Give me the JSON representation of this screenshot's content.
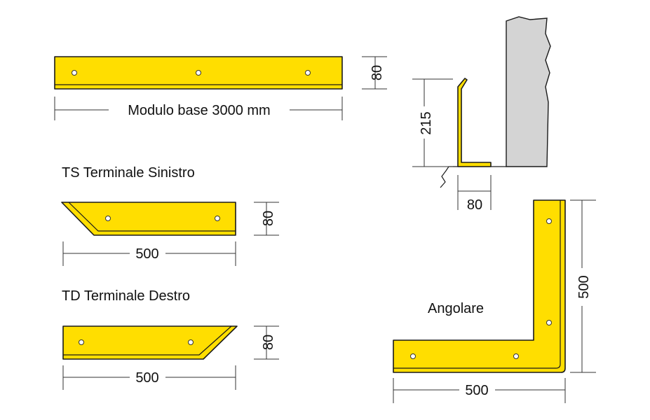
{
  "colors": {
    "profile_yellow": "#ffde00",
    "wall_grey": "#d4d4d4",
    "outline": "#1a1a1a"
  },
  "modulo_base": {
    "width_label": "Modulo base 3000 mm",
    "height_label": "80"
  },
  "section_view": {
    "height_label": "215",
    "width_label": "80"
  },
  "terminale_sinistro": {
    "title": "TS Terminale Sinistro",
    "width_label": "500",
    "height_label": "80"
  },
  "terminale_destro": {
    "title": "TD Terminale Destro",
    "width_label": "500",
    "height_label": "80"
  },
  "angolare": {
    "title": "Angolare",
    "width_label": "500",
    "height_label": "500"
  }
}
